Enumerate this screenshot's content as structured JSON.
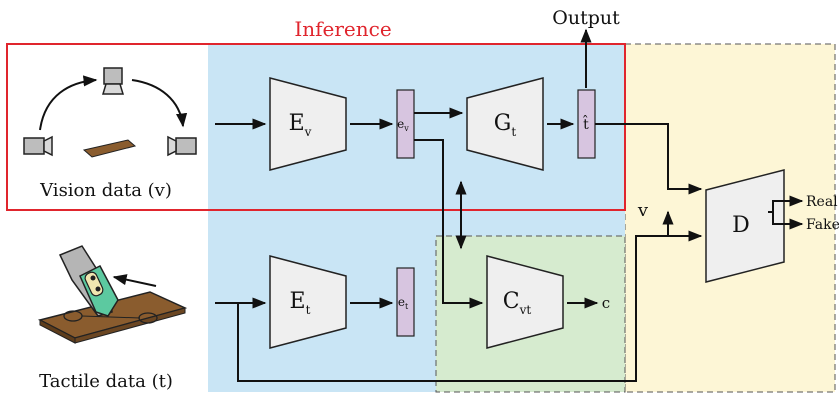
{
  "labels": {
    "inference": "Inference",
    "output": "Output",
    "vision_data": "Vision data (v)",
    "tactile_data": "Tactile data (t)",
    "real": "Real",
    "fake": "Fake",
    "v_input": "v",
    "c_output": "c"
  },
  "blocks": {
    "encoder_v": {
      "main": "E",
      "sub": "v"
    },
    "generator_t": {
      "main": "G",
      "sub": "t"
    },
    "discriminator": {
      "main": "D"
    },
    "encoder_t": {
      "main": "E",
      "sub": "t"
    },
    "classifier": {
      "main": "C",
      "sub": "vt"
    }
  },
  "vectors": {
    "ev": {
      "main": "e",
      "sub": "v"
    },
    "that": {
      "main": "t̂"
    },
    "et": {
      "main": "e",
      "sub": "t"
    }
  },
  "colors": {
    "inference_border": "#e0252d",
    "inference_text": "#e0252d",
    "blue_region": "#c9e5f5",
    "yellow_region": "#fdf6d6",
    "green_region": "#d6ebcf",
    "block_fill": "#efefef",
    "vector_fill": "#d7c5e0"
  }
}
